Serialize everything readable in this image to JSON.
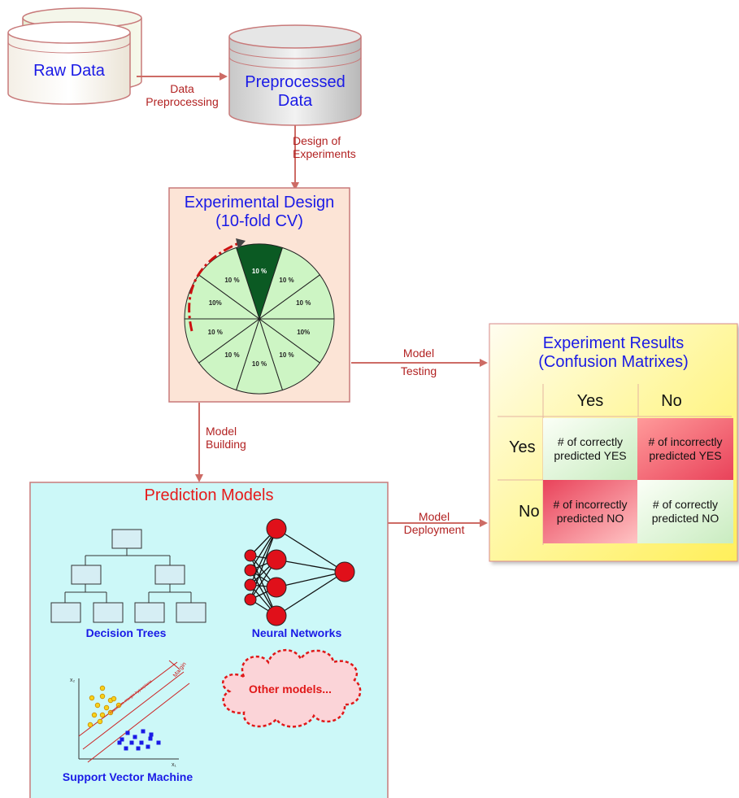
{
  "raw_data": {
    "label": "Raw Data"
  },
  "preprocessed": {
    "line1": "Preprocessed",
    "line2": "Data"
  },
  "arrows": {
    "data_preprocessing": {
      "line1": "Data",
      "line2": "Preprocessing"
    },
    "design_of_experiments": {
      "line1": "Design of",
      "line2": "Experiments"
    },
    "model_testing": {
      "line1": "Model",
      "line2": "Testing"
    },
    "model_building": {
      "line1": "Model",
      "line2": "Building"
    },
    "model_deployment": {
      "line1": "Model",
      "line2": "Deployment"
    }
  },
  "experimental_design": {
    "title_line1": "Experimental Design",
    "title_line2": "(10-fold CV)",
    "slices": [
      "10 %",
      "10 %",
      "10 %",
      "10%",
      "10 %",
      "10 %",
      "10 %",
      "10 %",
      "10%",
      "10 %"
    ]
  },
  "results": {
    "title_line1": "Experiment Results",
    "title_line2": "(Confusion Matrixes)",
    "col_yes": "Yes",
    "col_no": "No",
    "row_yes": "Yes",
    "row_no": "No",
    "tp": {
      "line1": "# of correctly",
      "line2": "predicted YES"
    },
    "fp": {
      "line1": "# of incorrectly",
      "line2": "predicted YES"
    },
    "fn": {
      "line1": "# of incorrectly",
      "line2": "predicted NO"
    },
    "tn": {
      "line1": "# of correctly",
      "line2": "predicted NO"
    }
  },
  "prediction_models": {
    "title": "Prediction Models",
    "decision_trees": "Decision Trees",
    "neural_networks": "Neural Networks",
    "svm": "Support Vector Machine",
    "other_models": "Other models...",
    "svm_axis_x": "x₁",
    "svm_axis_y": "x₂",
    "svm_margin": "Margin",
    "svm_hyperplane": "Maximum-margin hyperplane"
  },
  "colors": {
    "arrow": "#cd6b65",
    "title_blue": "#1a1ae6",
    "title_red": "#e61a1a",
    "pie_light": "#cdf5c4",
    "pie_dark": "#0b5a23"
  }
}
